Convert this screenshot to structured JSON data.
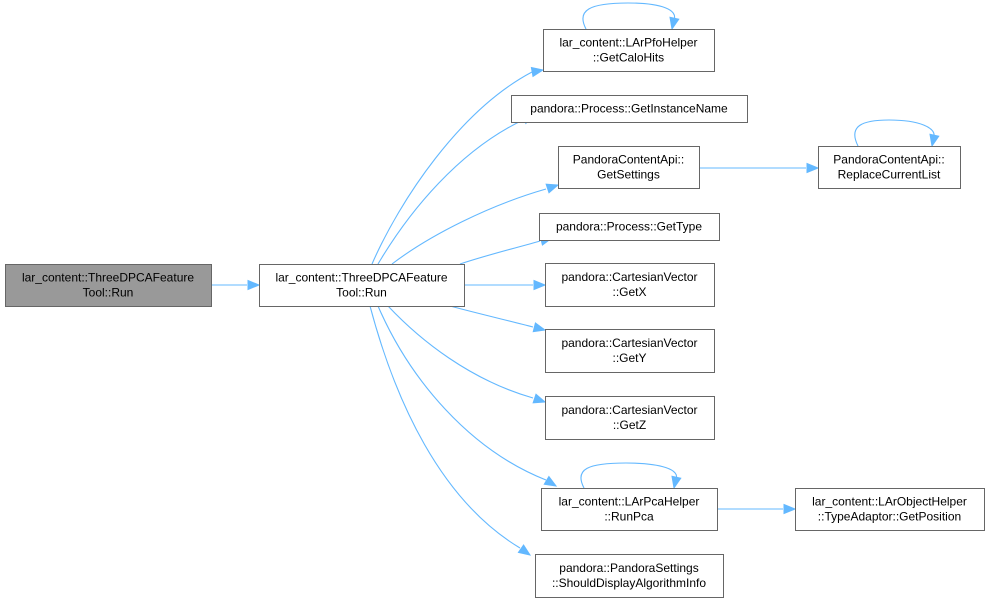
{
  "colors": {
    "edge": "#63b8ff",
    "node_border": "#666666",
    "root_fill": "#999999",
    "node_fill": "#ffffff"
  },
  "nodes": [
    {
      "id": "root",
      "lines": [
        "lar_content::ThreeDPCAFeature",
        "Tool::Run"
      ],
      "highlighted": true
    },
    {
      "id": "run",
      "lines": [
        "lar_content::ThreeDPCAFeature",
        "Tool::Run"
      ],
      "highlighted": false
    },
    {
      "id": "getcalohits",
      "lines": [
        "lar_content::LArPfoHelper",
        "::GetCaloHits"
      ],
      "highlighted": false
    },
    {
      "id": "getinstancename",
      "lines": [
        "pandora::Process::GetInstanceName"
      ],
      "highlighted": false
    },
    {
      "id": "getsettings",
      "lines": [
        "PandoraContentApi::",
        "GetSettings"
      ],
      "highlighted": false
    },
    {
      "id": "replacecurrentlist",
      "lines": [
        "PandoraContentApi::",
        "ReplaceCurrentList"
      ],
      "highlighted": false
    },
    {
      "id": "gettype",
      "lines": [
        "pandora::Process::GetType"
      ],
      "highlighted": false
    },
    {
      "id": "getx",
      "lines": [
        "pandora::CartesianVector",
        "::GetX"
      ],
      "highlighted": false
    },
    {
      "id": "gety",
      "lines": [
        "pandora::CartesianVector",
        "::GetY"
      ],
      "highlighted": false
    },
    {
      "id": "getz",
      "lines": [
        "pandora::CartesianVector",
        "::GetZ"
      ],
      "highlighted": false
    },
    {
      "id": "runpca",
      "lines": [
        "lar_content::LArPcaHelper",
        "::RunPca"
      ],
      "highlighted": false
    },
    {
      "id": "getposition",
      "lines": [
        "lar_content::LArObjectHelper",
        "::TypeAdaptor::GetPosition"
      ],
      "highlighted": false
    },
    {
      "id": "shoulddisplay",
      "lines": [
        "pandora::PandoraSettings",
        "::ShouldDisplayAlgorithmInfo"
      ],
      "highlighted": false
    }
  ],
  "edges": [
    {
      "from": "root",
      "to": "run"
    },
    {
      "from": "run",
      "to": "getcalohits"
    },
    {
      "from": "run",
      "to": "getinstancename"
    },
    {
      "from": "run",
      "to": "getsettings"
    },
    {
      "from": "run",
      "to": "gettype"
    },
    {
      "from": "run",
      "to": "getx"
    },
    {
      "from": "run",
      "to": "gety"
    },
    {
      "from": "run",
      "to": "getz"
    },
    {
      "from": "run",
      "to": "runpca"
    },
    {
      "from": "run",
      "to": "shoulddisplay"
    },
    {
      "from": "getcalohits",
      "to": "getcalohits"
    },
    {
      "from": "getsettings",
      "to": "replacecurrentlist"
    },
    {
      "from": "replacecurrentlist",
      "to": "replacecurrentlist"
    },
    {
      "from": "runpca",
      "to": "runpca"
    },
    {
      "from": "runpca",
      "to": "getposition"
    }
  ]
}
